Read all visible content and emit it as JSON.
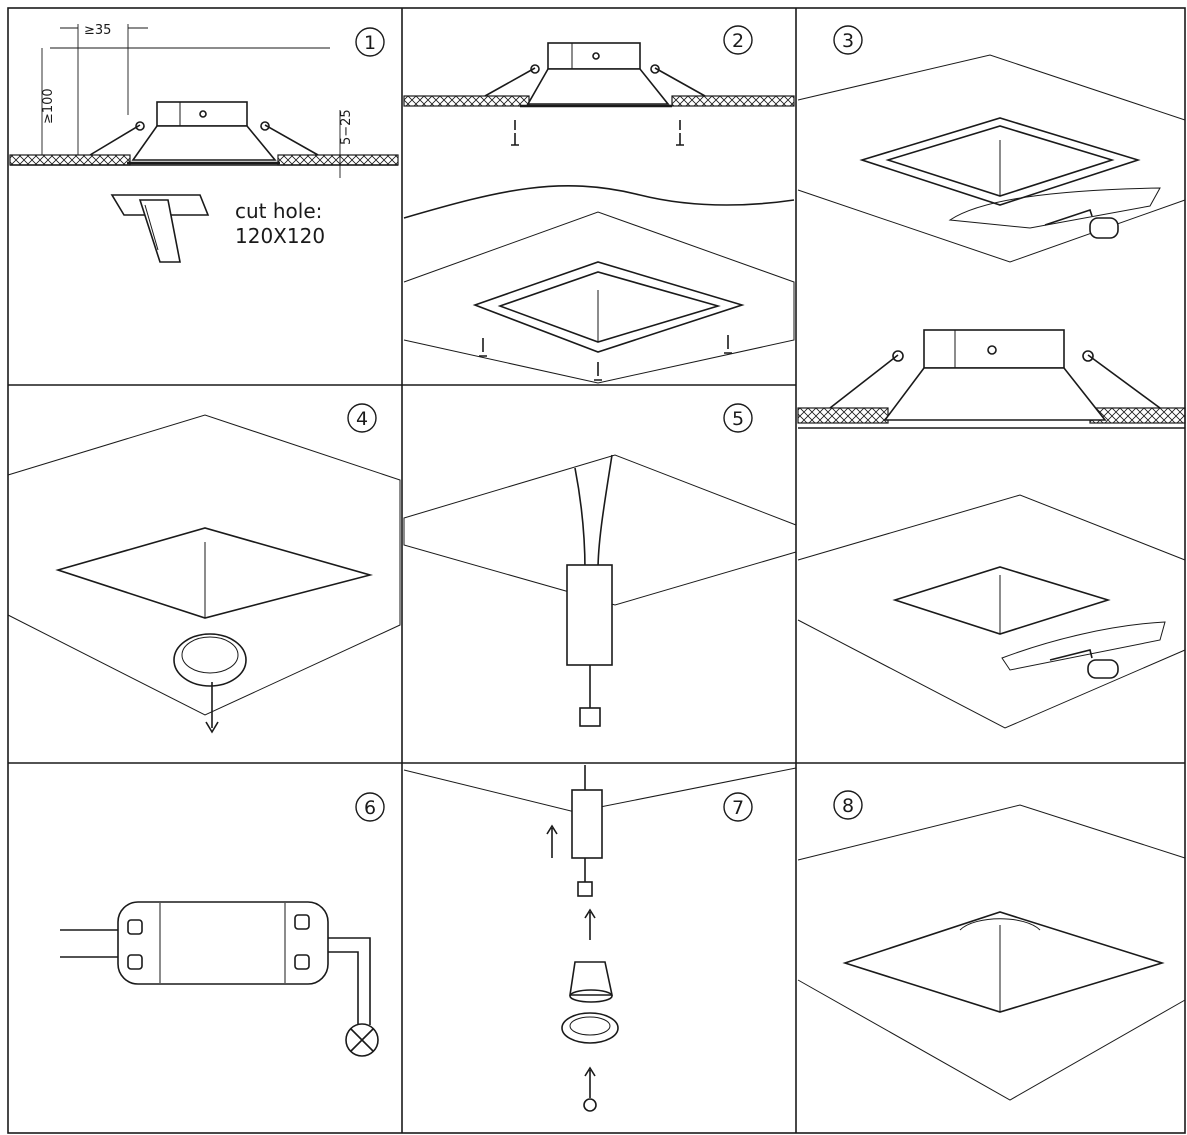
{
  "steps": [
    {
      "number": "1"
    },
    {
      "number": "2"
    },
    {
      "number": "3"
    },
    {
      "number": "4"
    },
    {
      "number": "5"
    },
    {
      "number": "6"
    },
    {
      "number": "7"
    },
    {
      "number": "8"
    }
  ],
  "step1": {
    "dim_top_gap": "≥35",
    "dim_height": "≥100",
    "dim_ceiling": "5−25",
    "cut_hole_line1": "cut hole:",
    "cut_hole_line2": "120X120"
  }
}
